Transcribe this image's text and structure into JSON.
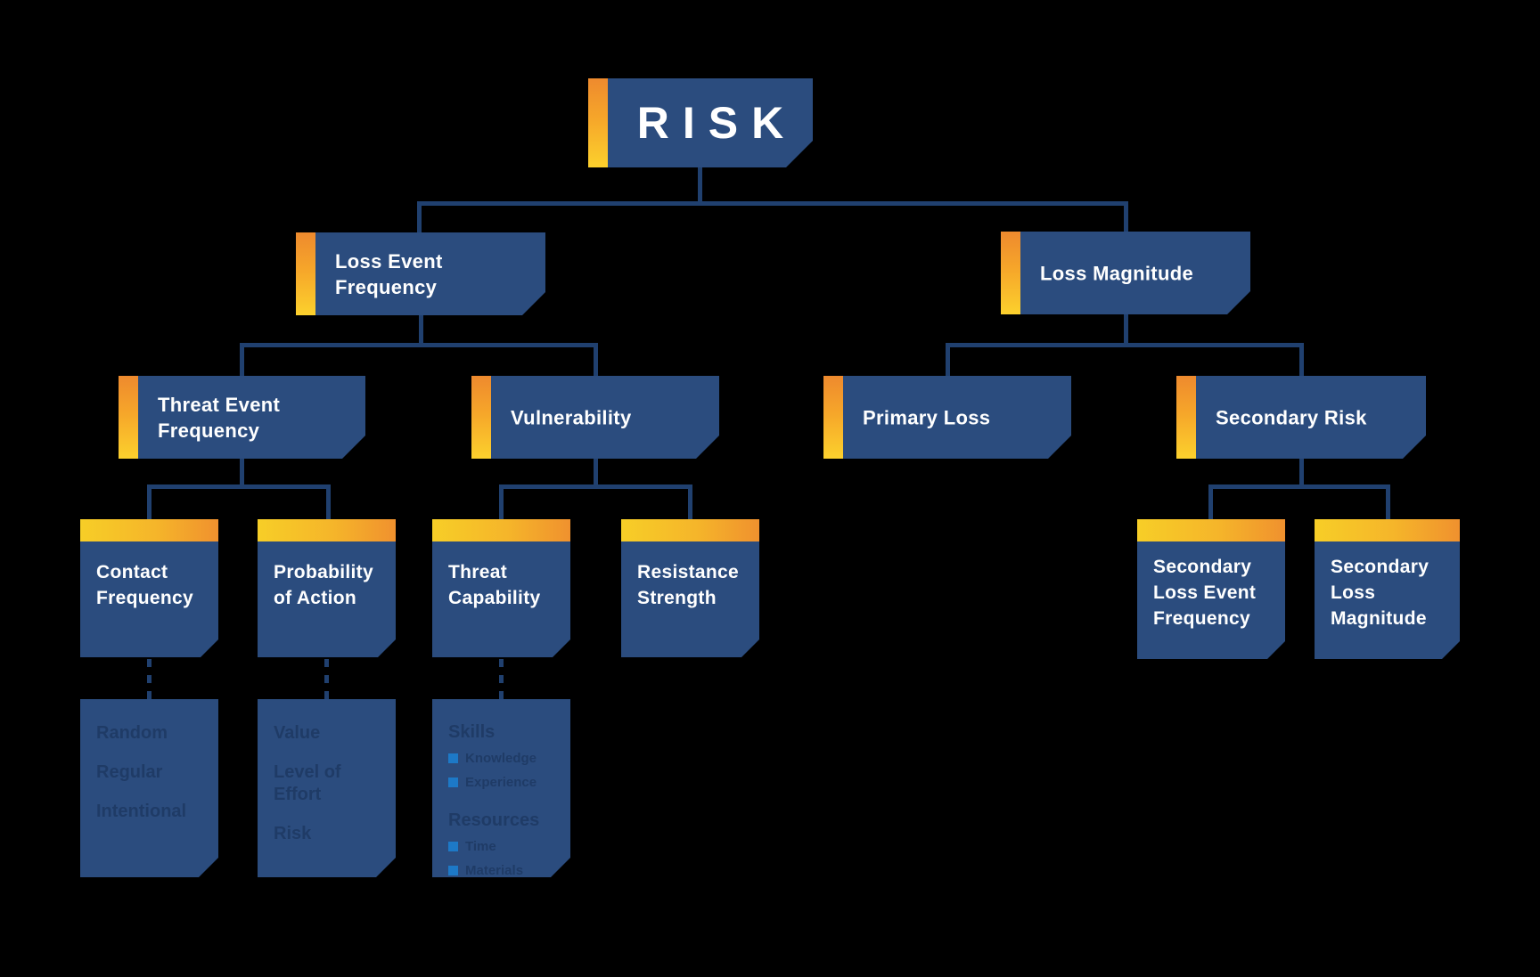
{
  "diagram": {
    "type": "hierarchy-tree",
    "background": "#000000",
    "colors": {
      "box_fill": "#2B4C7E",
      "connector": "#20406F",
      "accent_orange": "#EE8A2E",
      "accent_yellow": "#FCD12D",
      "bullet_blue": "#1D79C7",
      "muted_item_text": "#1F3B66",
      "label_text": "#FFFFFF"
    }
  },
  "nodes": {
    "risk": {
      "label": "RISK"
    },
    "loss_event_frequency": {
      "label": "Loss Event Frequency"
    },
    "loss_magnitude": {
      "label": "Loss Magnitude"
    },
    "threat_event_frequency": {
      "label": "Threat Event Frequency"
    },
    "vulnerability": {
      "label": "Vulnerability"
    },
    "primary_loss": {
      "label": "Primary Loss"
    },
    "secondary_risk": {
      "label": "Secondary Risk"
    },
    "contact_frequency": {
      "label": "Contact Frequency"
    },
    "probability_of_action": {
      "label": "Probability of Action"
    },
    "threat_capability": {
      "label": "Threat Capability"
    },
    "resistance_strength": {
      "label": "Resistance Strength"
    },
    "secondary_loss_event_frequency": {
      "label": "Secondary Loss Event Frequency"
    },
    "secondary_loss_magnitude": {
      "label": "Secondary Loss Magnitude"
    }
  },
  "details": {
    "contact_frequency_factors": {
      "items": [
        "Random",
        "Regular",
        "Intentional"
      ]
    },
    "probability_of_action_factors": {
      "items": [
        "Value",
        "Level of Effort",
        "Risk"
      ]
    },
    "threat_capability_factors": {
      "sections": [
        {
          "heading": "Skills",
          "bullets": [
            "Knowledge",
            "Experience"
          ]
        },
        {
          "heading": "Resources",
          "bullets": [
            "Time",
            "Materials"
          ]
        }
      ]
    }
  }
}
